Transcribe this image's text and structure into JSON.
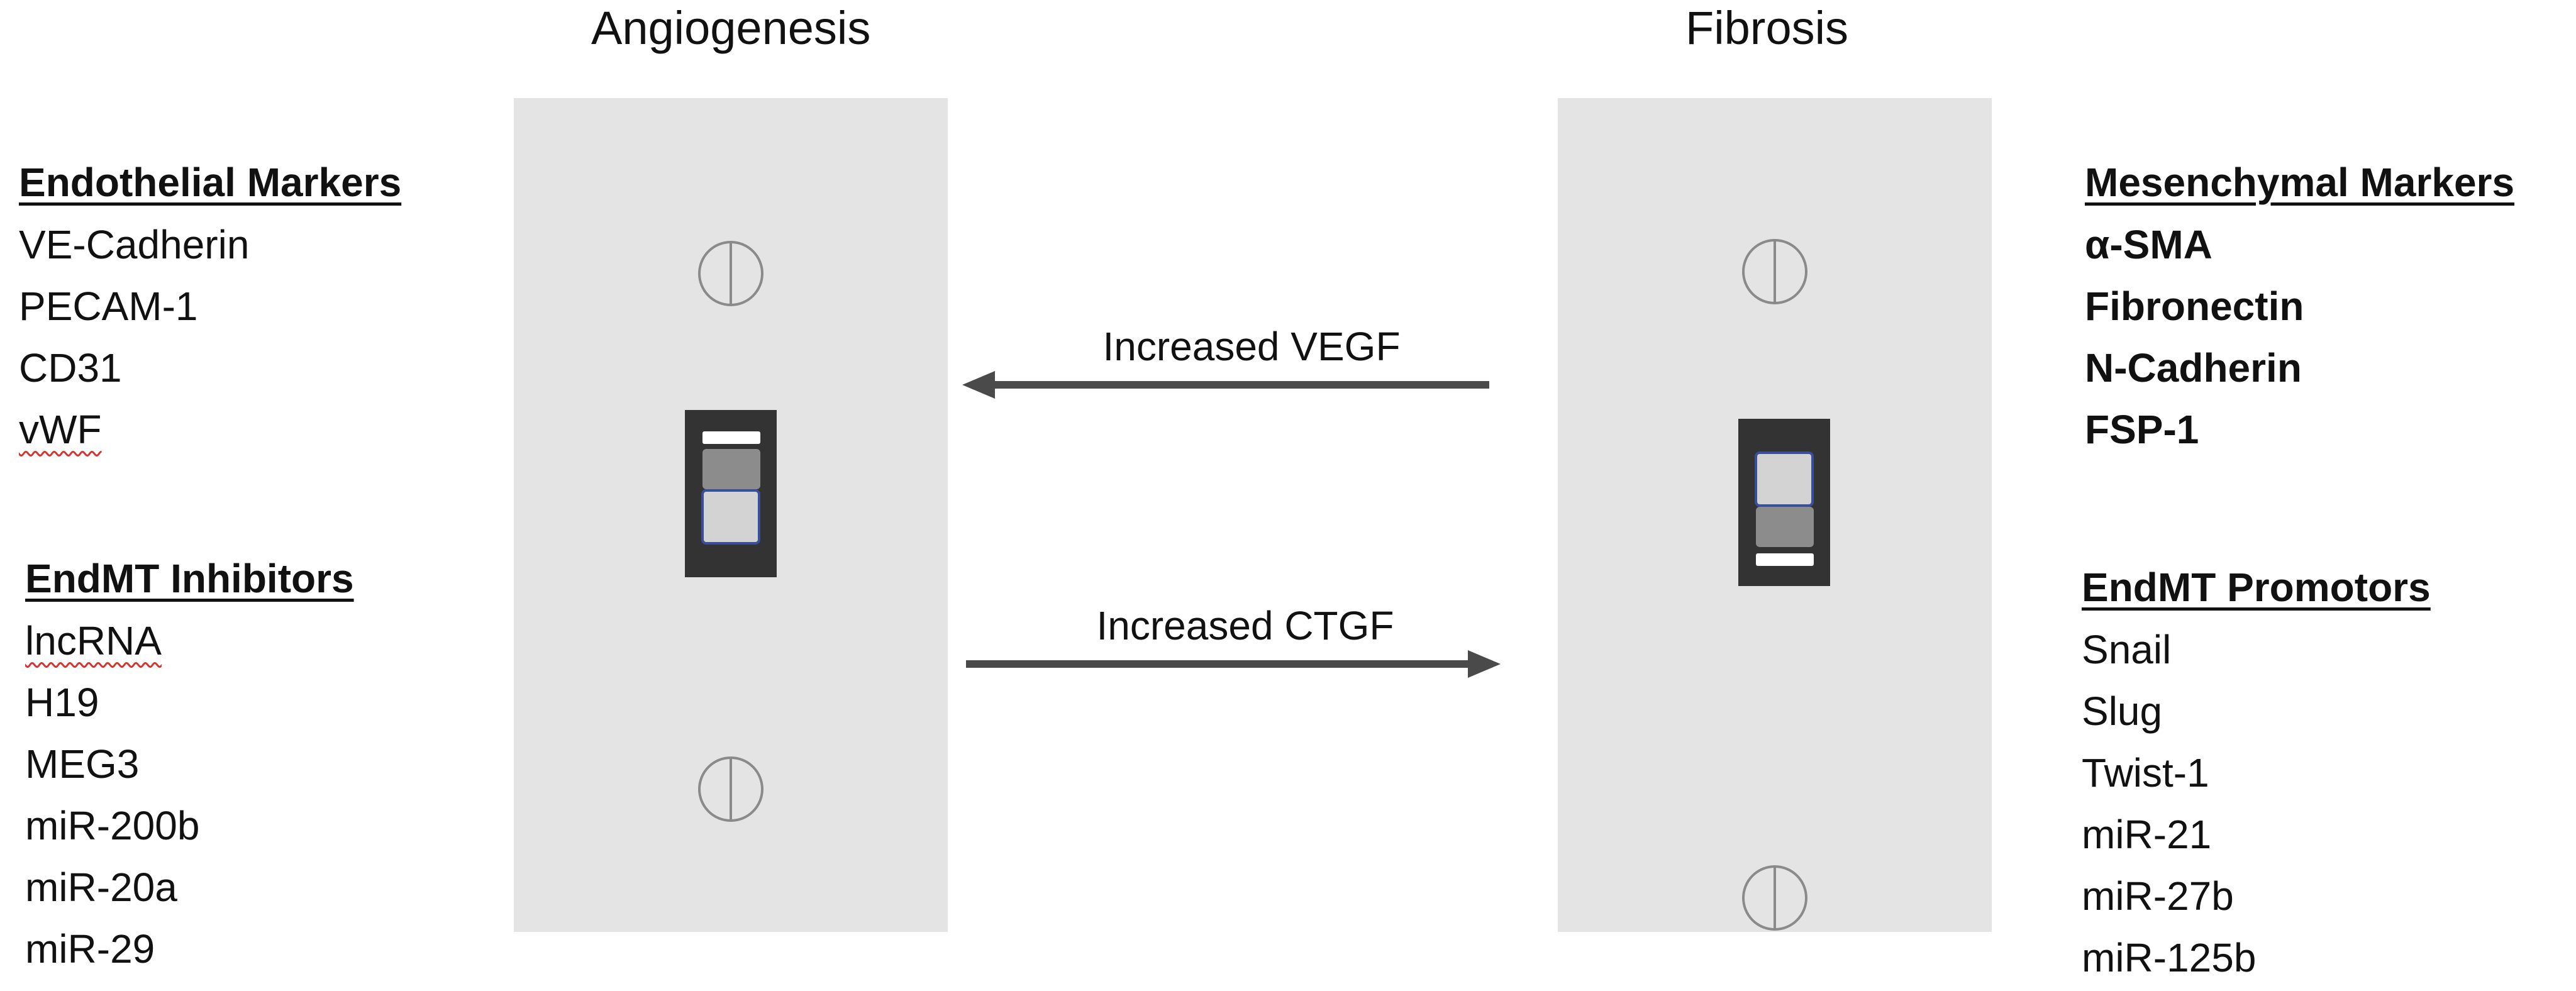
{
  "titles": {
    "left": "Angiogenesis",
    "right": "Fibrosis"
  },
  "endothelial_markers": {
    "heading": "Endothelial Markers",
    "items": [
      "VE-Cadherin",
      "PECAM-1",
      "CD31",
      "vWF"
    ]
  },
  "endmt_inhibitors": {
    "heading": "EndMT Inhibitors",
    "items": [
      "lncRNA",
      "H19",
      "MEG3",
      "miR-200b",
      "miR-20a",
      "miR-29"
    ]
  },
  "mesenchymal_markers": {
    "heading": "Mesenchymal Markers",
    "items": [
      "α-SMA",
      "Fibronectin",
      "N-Cadherin",
      "FSP-1"
    ]
  },
  "endmt_promotors": {
    "heading": "EndMT Promotors",
    "items": [
      "Snail",
      "Slug",
      "Twist-1",
      "miR-21",
      "miR-27b",
      "miR-125b"
    ]
  },
  "arrows": {
    "top_label": "Increased VEGF",
    "top_direction": "left",
    "bottom_label": "Increased CTGF",
    "bottom_direction": "right"
  },
  "switches": {
    "left_state": "on",
    "right_state": "off"
  },
  "colors": {
    "plate": "#e4e4e4",
    "arrow": "#4a4a4a",
    "switch_body": "#333333",
    "switch_window": "#d3d3d3",
    "switch_window_border": "#3a4f9c",
    "squiggle": "#d6342c"
  }
}
